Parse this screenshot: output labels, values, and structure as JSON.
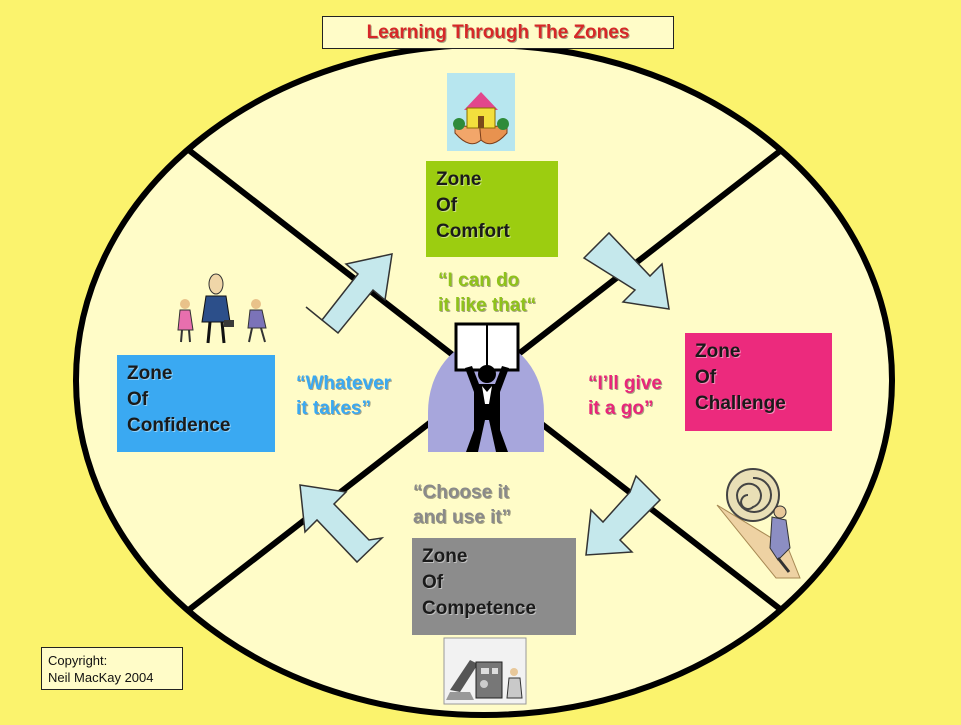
{
  "title": "Learning Through The Zones",
  "zones": {
    "comfort": [
      "Zone",
      "Of",
      "Comfort"
    ],
    "challenge": [
      "Zone",
      "Of",
      "Challenge"
    ],
    "confidence": [
      "Zone",
      "Of",
      "Confidence"
    ],
    "competence": [
      "Zone",
      "Of",
      "Competence"
    ]
  },
  "quotes": {
    "comfort": [
      "“I can do",
      "it like that“"
    ],
    "challenge": [
      "“I’ll give",
      "it a go”"
    ],
    "confidence": [
      "“Whatever",
      "it takes”"
    ],
    "competence": [
      "“Choose it",
      "and use it”"
    ]
  },
  "copyright": [
    "Copyright:",
    "Neil MacKay 2004"
  ],
  "colors": {
    "background": "#fbf36d",
    "circle": "#fffcc8",
    "comfort": "#9ccd10",
    "challenge": "#ec2a7d",
    "confidence": "#3aa9f2",
    "competence": "#8c8c8c",
    "title_text": "#d62828",
    "arrow": "#c5e8ec"
  },
  "icons": {
    "top": "house-in-hands-icon",
    "left": "business-people-icon",
    "center": "person-holding-book-icon",
    "right": "person-pushing-boulder-icon",
    "bottom": "machinery-icon"
  }
}
